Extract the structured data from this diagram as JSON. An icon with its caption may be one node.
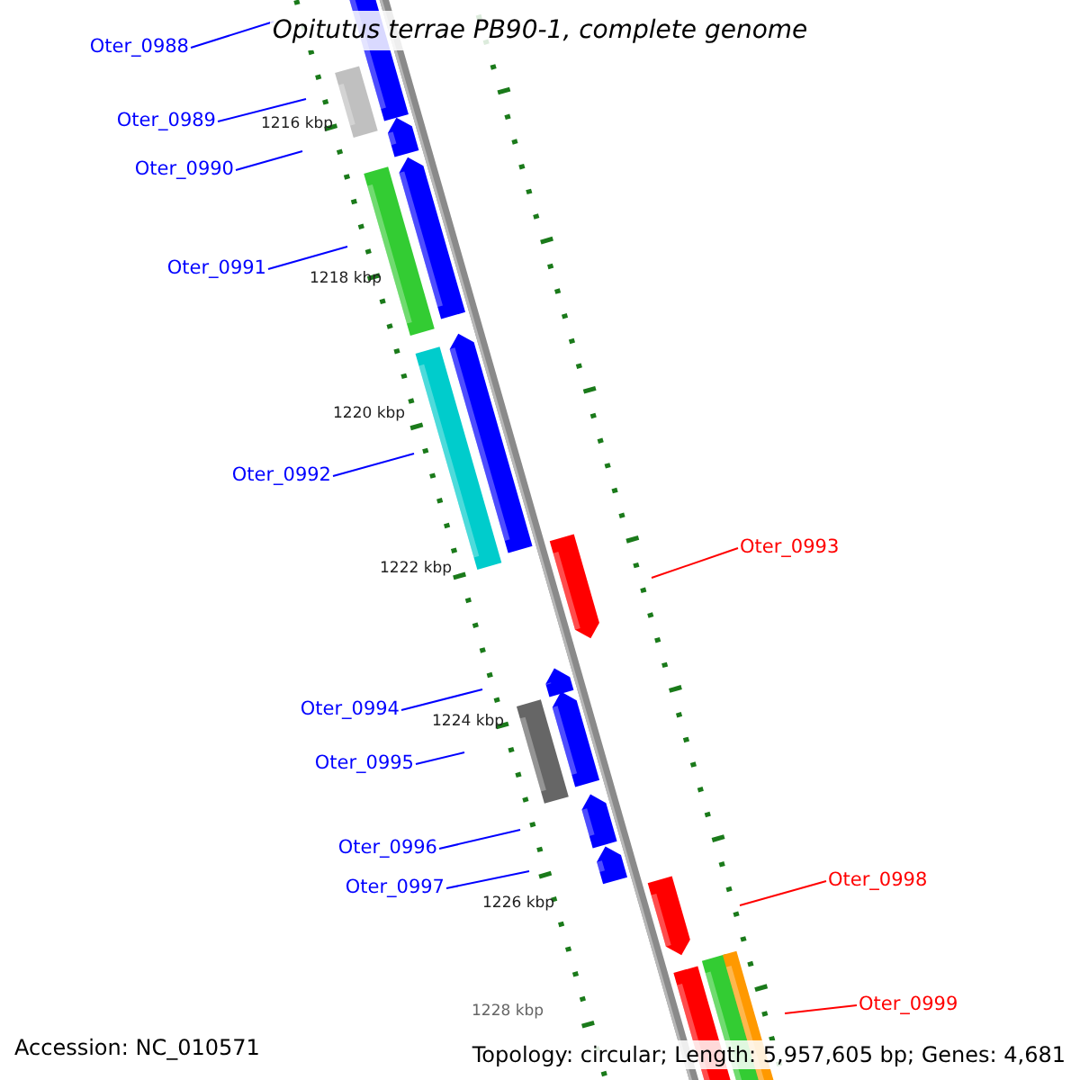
{
  "diagram": {
    "title": "Opitutus terrae PB90-1, complete genome",
    "nodes": [
      {
        "text": [
          "Oter_0988"
        ]
      },
      {
        "text": [
          "Oter_0989"
        ]
      },
      {
        "text": [
          "Oter_0990"
        ]
      },
      {
        "text": [
          "Oter_0991"
        ]
      },
      {
        "text": [
          "Oter_0992"
        ]
      },
      {
        "text": [
          "Oter_0993"
        ]
      },
      {
        "text": [
          "Oter_0994"
        ]
      },
      {
        "text": [
          "Oter_0995"
        ]
      },
      {
        "text": [
          "Oter_0996"
        ]
      },
      {
        "text": [
          "Oter_0997"
        ]
      },
      {
        "text": [
          "Oter_0998"
        ]
      },
      {
        "text": [
          "Oter_0999"
        ]
      }
    ],
    "edges": [
      {
        "from": 0,
        "to": null,
        "arrow": "none"
      },
      {
        "from": 1,
        "to": null,
        "arrow": "none"
      },
      {
        "from": 2,
        "to": null,
        "arrow": "none"
      },
      {
        "from": 3,
        "to": null,
        "arrow": "none"
      },
      {
        "from": 4,
        "to": null,
        "arrow": "none"
      },
      {
        "from": 5,
        "to": null,
        "arrow": "none",
        "color": "#ff0000"
      },
      {
        "from": 6,
        "to": null,
        "arrow": "none"
      },
      {
        "from": 7,
        "to": null,
        "arrow": "none"
      },
      {
        "from": 8,
        "to": null,
        "arrow": "none"
      },
      {
        "from": 9,
        "to": null,
        "arrow": "none"
      },
      {
        "from": 10,
        "to": null,
        "arrow": "none",
        "color": "#ff0000"
      },
      {
        "from": 11,
        "to": null,
        "arrow": "none",
        "color": "#ff0000"
      }
    ],
    "labels": [
      "1216 kbp",
      "1218 kbp",
      "1220 kbp",
      "1222 kbp",
      "1224 kbp",
      "1226 kbp",
      "1228 kbp",
      "Accession: NC_010571",
      "Topology: circular; Length: 5,957,605 bp; Genes: 4,681"
    ]
  }
}
